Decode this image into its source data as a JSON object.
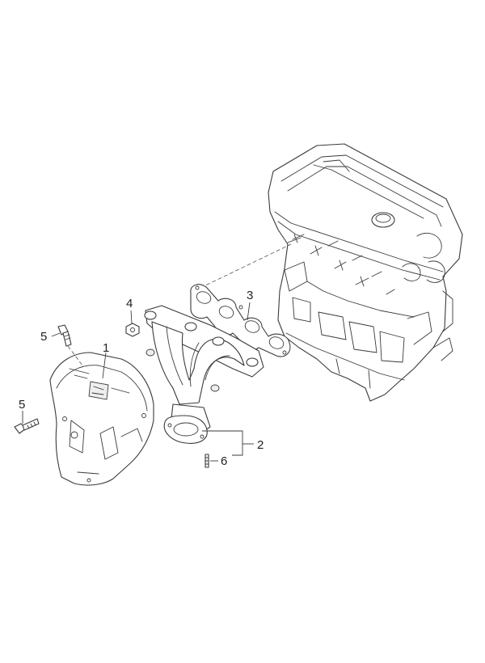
{
  "callouts": {
    "heat_shield": "1",
    "exhaust_manifold": "2",
    "manifold_gasket": "3",
    "nut": "4",
    "bolt_upper": "5",
    "bolt_lower": "5",
    "stud": "6"
  }
}
